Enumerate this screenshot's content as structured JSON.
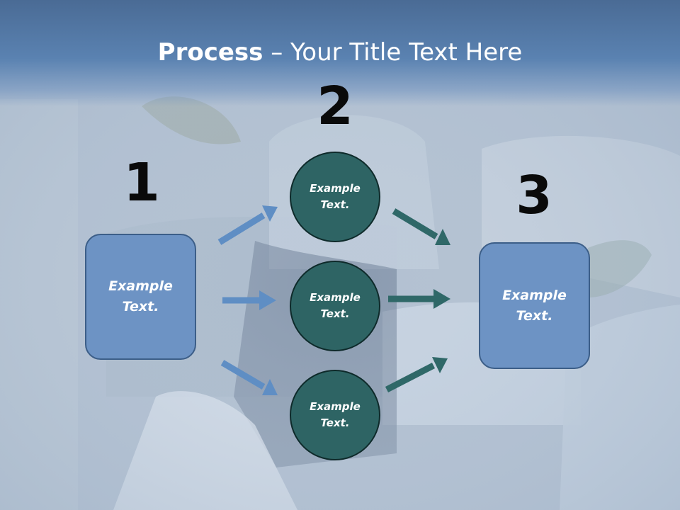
{
  "title": {
    "strong": "Process",
    "dash": " – ",
    "rest": "Your Title Text Here"
  },
  "steps": [
    {
      "number": "1",
      "text": "Example Text."
    },
    {
      "number": "2",
      "items": [
        "Example Text.",
        "Example Text.",
        "Example Text."
      ]
    },
    {
      "number": "3",
      "text": "Example Text."
    }
  ],
  "colors": {
    "header": "#5a82b1",
    "box": "#6d93c4",
    "circle": "#2e6464",
    "arrow_in": "#5f8ec4",
    "arrow_out": "#2f6868"
  }
}
